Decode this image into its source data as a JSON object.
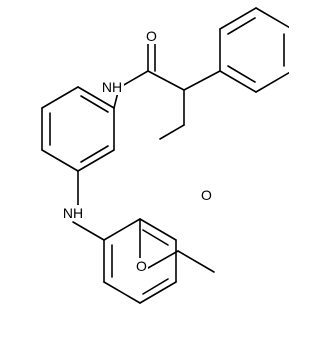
{
  "molecule": {
    "labels": {
      "o_amide_top": "O",
      "nh_top": "NH",
      "o_amide_bottom": "O",
      "nh_bottom": "NH",
      "o_ether": "O"
    }
  },
  "colors": {
    "bond": "#000000",
    "label": "#000000",
    "background": "#ffffff"
  }
}
